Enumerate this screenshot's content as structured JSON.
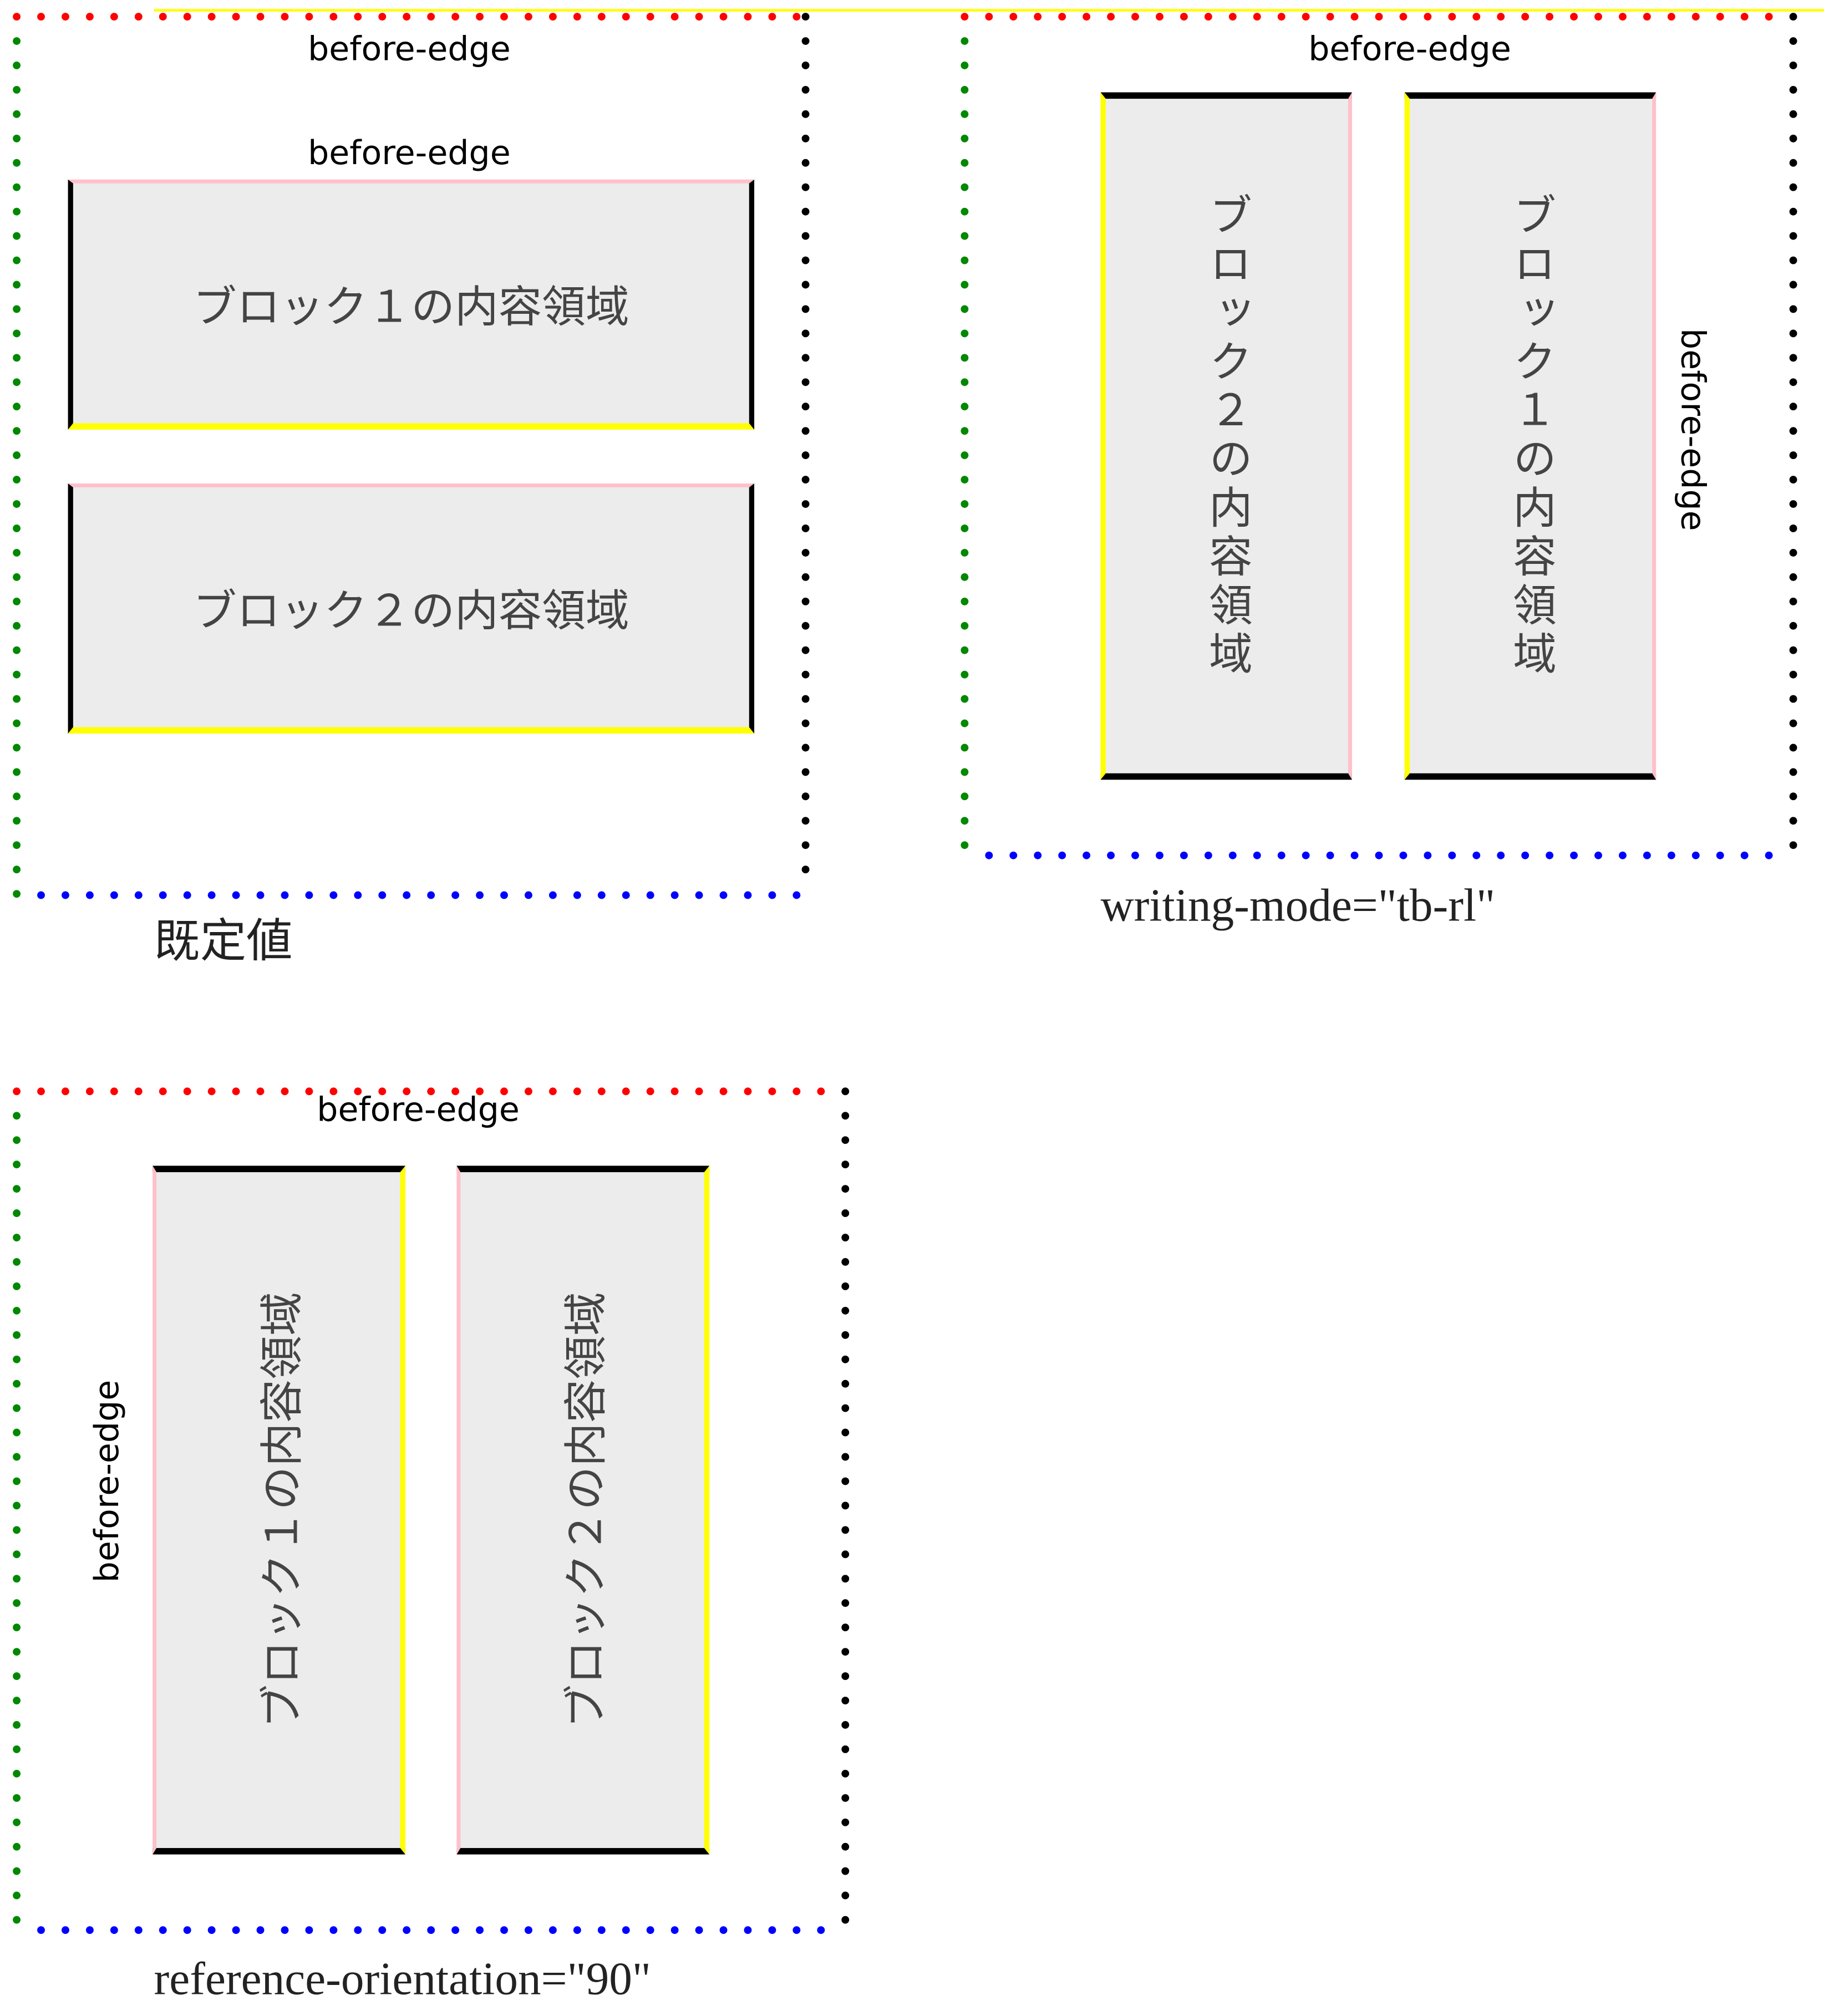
{
  "edge_label": "before-edge",
  "colors": {
    "before": "#ff0000",
    "start": "#008000",
    "end": "#000000",
    "after": "#0000ff",
    "block_fill": "#ececec",
    "pink": "#ffc0cb",
    "yellow": "#ffff00"
  },
  "panels": [
    {
      "caption": "既定値",
      "outer_label": "before-edge",
      "inner_label": "before-edge",
      "blocks": [
        "ブロック１の内容領域",
        "ブロック２の内容領域"
      ]
    },
    {
      "caption": "writing-mode=\"tb-rl\"",
      "outer_label": "before-edge",
      "side_label": "before-edge",
      "blocks": [
        "ブロック２の内容領域",
        "ブロック１の内容領域"
      ]
    },
    {
      "caption": "reference-orientation=\"90\"",
      "outer_label": "before-edge",
      "side_label": "before-edge",
      "blocks": [
        "ブロック１の内容領域",
        "ブロック２の内容領域"
      ]
    }
  ]
}
